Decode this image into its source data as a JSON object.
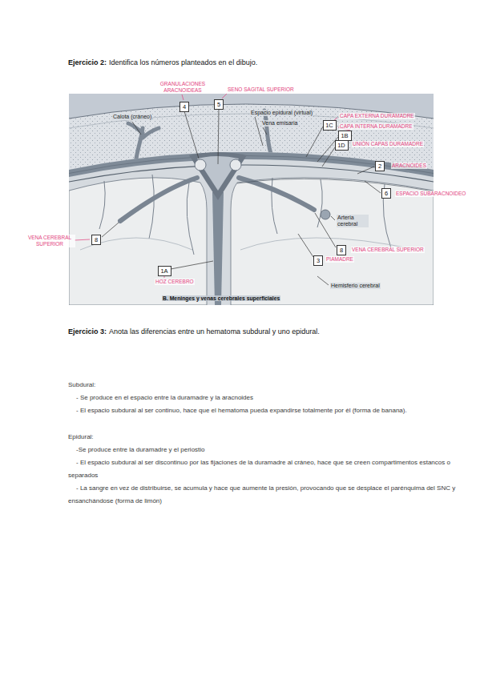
{
  "diagram": {
    "nodes": [
      {
        "text": [
          "4"
        ]
      },
      {
        "text": [
          "5"
        ]
      },
      {
        "text": [
          "1C"
        ]
      },
      {
        "text": [
          "1B"
        ]
      },
      {
        "text": [
          "1D"
        ]
      },
      {
        "text": [
          "2"
        ]
      },
      {
        "text": [
          "6"
        ]
      },
      {
        "text": [
          "8"
        ]
      },
      {
        "text": [
          "8"
        ]
      },
      {
        "text": [
          "3"
        ]
      },
      {
        "text": [
          "1A"
        ]
      }
    ],
    "labels": [
      "Ejercicio 2:",
      "Identifica los números planteados en el dibujo.",
      "GRANULACIONES ARACNOIDEAS",
      "SENO SAGITAL SUPERIOR",
      "Calota (cráneo)",
      "Espacio epidural (virtual)",
      "Vena emisaria",
      "CAPA EXTERNA DURAMADRE",
      "CAPA INTERNA DURAMADRE",
      "UNIÓN CAPAS DURAMADRE",
      "ARACNOIDES",
      "ESPACIO SUBARACNOIDEO",
      "VENA CEREBRAL SUPERIOR",
      "Arteria cerebral",
      "VENA CEREBRAL SUPERIOR",
      "PIAMADRE",
      "HOZ CEREBRO",
      "Hemisferio cerebral",
      "B. Meninges y venas cerebrales superficiales",
      "Ejercicio 3:",
      "Anota las diferencias entre un hematoma subdural y uno epidural.",
      "Subdural:",
      "- Se produce en el espacio entre la duramadre y la aracnoides",
      "- El espacio subdural al ser continuo, hace que el hematoma pueda expandirse totalmente por él (forma de banana).",
      "Epidural:",
      "-Se produce entre la duramadre y el periostio",
      "- El espacio subdural al ser discontinuo por las fijaciones de la duramadre al cráneo, hace que se creen compartimentos estancos o separados",
      "- La sangre en vez de distribuirse, se acumula y hace que aumente la presión, provocando que se desplace el parénquima del SNC y ensanchándose (forma de limón)"
    ]
  }
}
